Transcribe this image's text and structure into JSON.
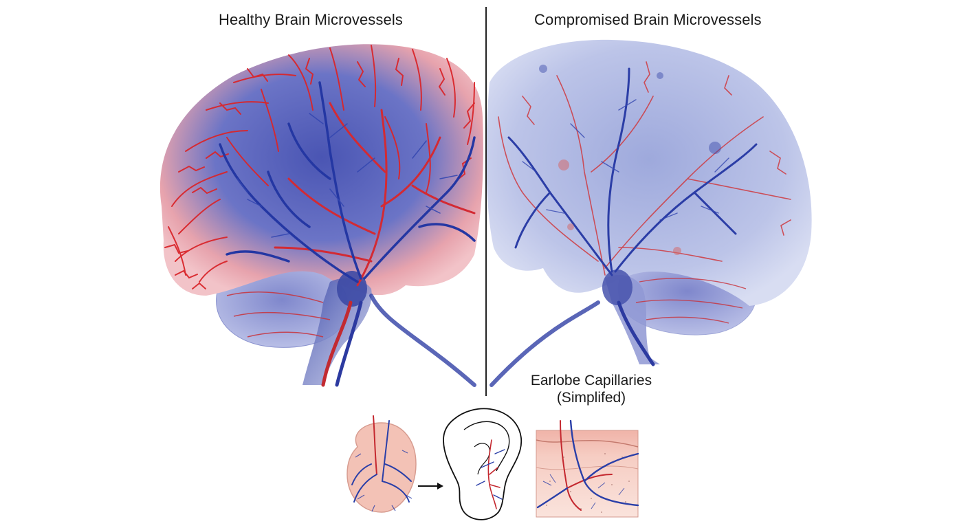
{
  "titles": {
    "healthy": "Healthy Brain Microvessels",
    "compromised": "Compromised Brain Microvessels"
  },
  "earlobe_label": {
    "line1": "Earlobe Capillaries",
    "line2": "(Simplifed)"
  },
  "colors": {
    "artery": "#d9262b",
    "vein": "#2a3fa8",
    "healthy_tissue": "#6a74c4",
    "compromised_tissue": "#b9c2e6",
    "skin": "#f3c9bd",
    "divider": "#222222"
  },
  "icons": [
    "ear-icon",
    "arrow-right-icon",
    "earlobe-icon",
    "skin-cross-section-icon"
  ]
}
